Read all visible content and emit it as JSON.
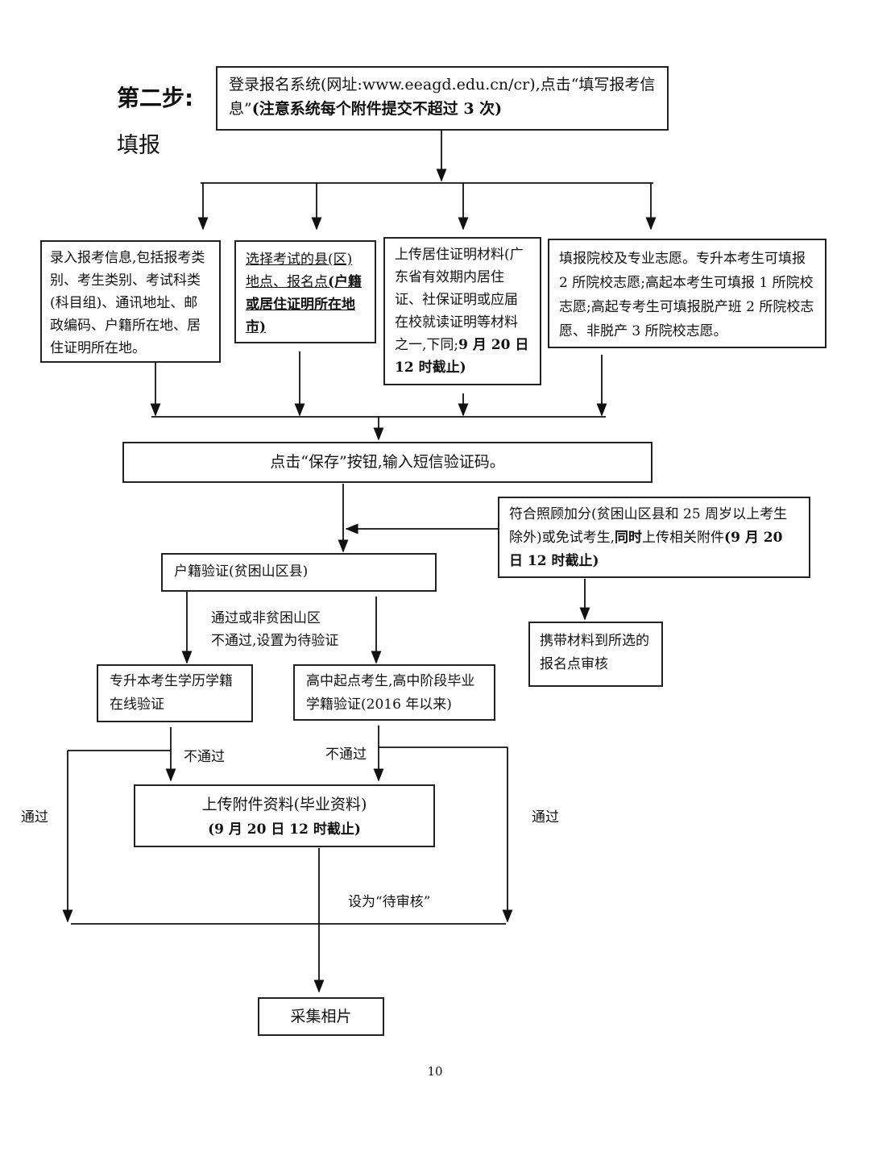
{
  "header": {
    "step": "第二步:",
    "action": "填报"
  },
  "boxes": {
    "login": {
      "text": "登录报名系统(网址:www.eeagd.edu.cn/cr),点击“填写报考信息”",
      "bold": "(注意系统每个附件提交不超过 3 次)"
    },
    "info": {
      "text": "录入报考信息,包括报考类别、考生类别、考试科类(科目组)、通讯地址、邮政编码、户籍所在地、居住证明所在地。"
    },
    "county": {
      "text": "选择考试的县(区)地点、报名点",
      "bold": "(户籍或居住证明所在地市)"
    },
    "residence": {
      "text": "上传居住证明材料(广东省有效期内居住证、社保证明或应届在校就读证明等材料之一,下同;",
      "bold": "9 月 20 日 12 时截止)"
    },
    "school": {
      "text": "填报院校及专业志愿。专升本考生可填报 2 所院校志愿;高起本考生可填报 1 所院校志愿;高起专考生可填报脱产班 2 所院校志愿、非脱产 3 所院校志愿。"
    },
    "save": {
      "text": "点击“保存”按钮,输入短信验证码。"
    },
    "bonus": {
      "text1": "符合照顾加分(贫困山区县和 25 周岁以上考生除外)或免试考生,",
      "bold1": "同时",
      "text2": "上传相关附件",
      "bold2": "(9 月 20 日 12 时截止)"
    },
    "bring": {
      "text": "携带材料到所选的报名点审核"
    },
    "hukou": {
      "text": "户籍验证(贫困山区县)"
    },
    "zsb": {
      "text": "专升本考生学历学籍在线验证"
    },
    "gz": {
      "text": "高中起点考生,高中阶段毕业学籍验证(2016 年以来)"
    },
    "upload": {
      "text": "上传附件资料(毕业资料)",
      "bold": "(9 月 20 日 12 时截止)"
    },
    "photo": {
      "text": "采集相片"
    }
  },
  "labels": {
    "pass_or_non": "通过或非贫困山区",
    "fail_pending": "不通过,设置为待验证",
    "fail1": "不通过",
    "fail2": "不通过",
    "pass_left": "通过",
    "pass_right": "通过",
    "set_pending": "设为“待审核”"
  },
  "page_number": "10"
}
